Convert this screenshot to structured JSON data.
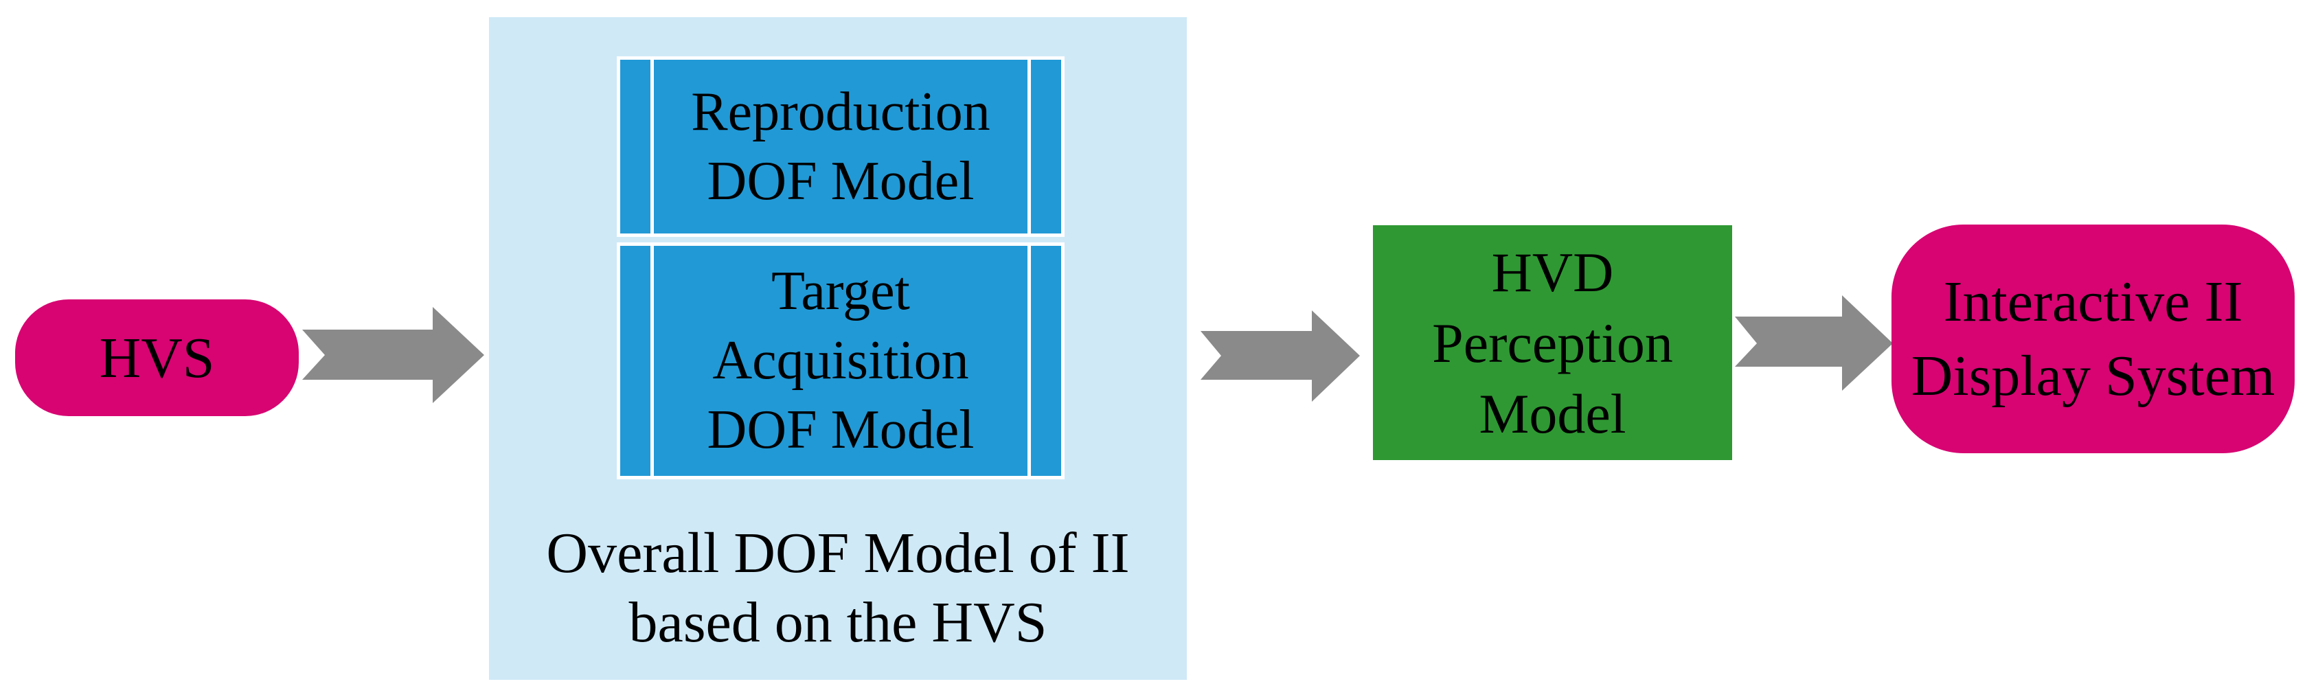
{
  "diagram": {
    "nodes": {
      "hvs": {
        "label": "HVS"
      },
      "overall": {
        "box1_label": "Reproduction\nDOF Model",
        "box2_label": "Target\nAcquisition\nDOF Model",
        "caption": "Overall DOF Model of II\nbased on the HVS"
      },
      "hvd": {
        "label": "HVD\nPerception\nModel"
      },
      "display": {
        "label": "Interactive II\nDisplay System"
      }
    },
    "colors": {
      "pink": "#D70472",
      "blue": "#2199D6",
      "light_blue": "#CFE9F7",
      "green": "#2F9833",
      "arrow_gray": "#8A8A8A",
      "divider_white": "#FFFFFF",
      "text_black": "#000000",
      "background": "#FFFFFF"
    }
  }
}
